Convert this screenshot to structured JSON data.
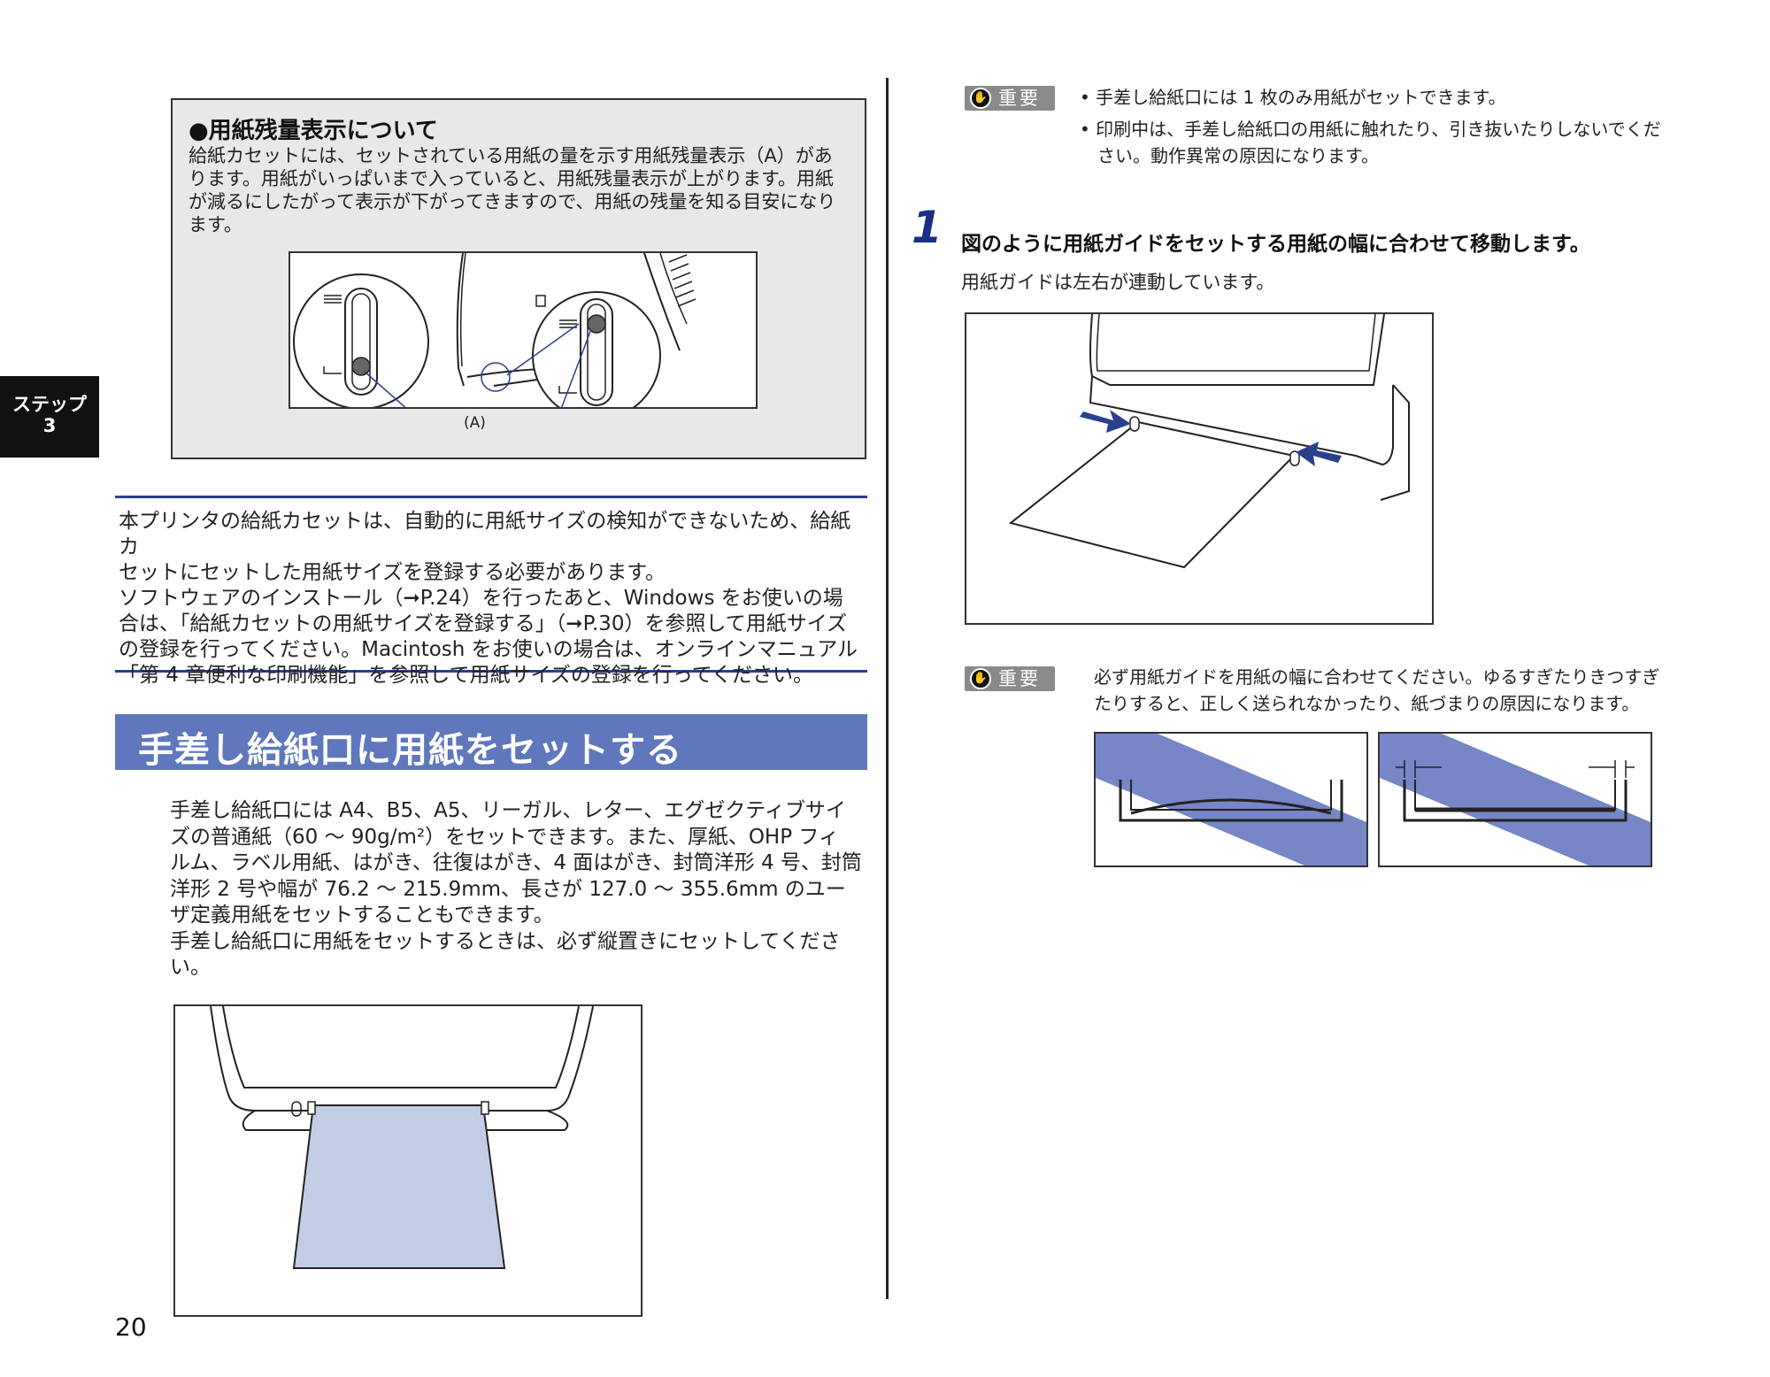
{
  "left": {
    "note": {
      "title": "●用紙残量表示について",
      "lines": [
        "給紙カセットには、セットされている用紙の量を示す用紙残量表示（A）があ",
        "ります。用紙がいっぱいまで入っていると、用紙残量表示が上がります。用紙",
        "が減るにしたがって表示が下がってきますので、用紙の残量を知る目安になり",
        "ます。"
      ],
      "figure_label": "(A)"
    },
    "info_lines": [
      "本プリンタの給紙カセットは、自動的に用紙サイズの検知ができないため、給紙カ",
      "セットにセットした用紙サイズを登録する必要があります。",
      "ソフトウェアのインストール（➞P.24）を行ったあと、Windows をお使いの場",
      "合は、「給紙カセットの用紙サイズを登録する」（➞P.30）を参照して用紙サイズ",
      "の登録を行ってください。Macintosh をお使いの場合は、オンラインマニュアル",
      "「第 4 章便利な印刷機能」を参照して用紙サイズの登録を行ってください。"
    ],
    "section_title": "手差し給紙口に用紙をセットする",
    "body_lines": [
      "手差し給紙口には A4、B5、A5、リーガル、レター、エグゼクティブサイ",
      "ズの普通紙（60 ～ 90g/m²）をセットできます。また、厚紙、OHP フィ",
      "ルム、ラベル用紙、はがき、往復はがき、4 面はがき、封筒洋形 4 号、封筒",
      "洋形 2 号や幅が 76.2 ～ 215.9mm、長さが 127.0 ～ 355.6mm のユー",
      "ザ定義用紙をセットすることもできます。",
      "手差し給紙口に用紙をセットするときは、必ず縦置きにセットしてくださ",
      "い。"
    ],
    "page_number": "20",
    "step_tab": [
      "ステップ",
      "3"
    ]
  },
  "right": {
    "important_label": "重要",
    "important1": [
      "• 手差し給紙口には 1 枚のみ用紙がセットできます。",
      "• 印刷中は、手差し給紙口の用紙に触れたり、引き抜いたりしないでくだ",
      "　さい。動作異常の原因になります。"
    ],
    "step_number": "1",
    "step_heading": "図のように用紙ガイドをセットする用紙の幅に合わせて移動します。",
    "step_sub": "用紙ガイドは左右が連動しています。",
    "important2": [
      "必ず用紙ガイドを用紙の幅に合わせてください。ゆるすぎたりきつすぎ",
      "たりすると、正しく送られなかったり、紙づまりの原因になります。"
    ]
  },
  "colors": {
    "section_bar": "#5f78bd",
    "rule": "#2a3f8e",
    "paper_fill": "#c4cde6",
    "stripe": "#7686c6",
    "arrow": "#2a3f8e"
  }
}
